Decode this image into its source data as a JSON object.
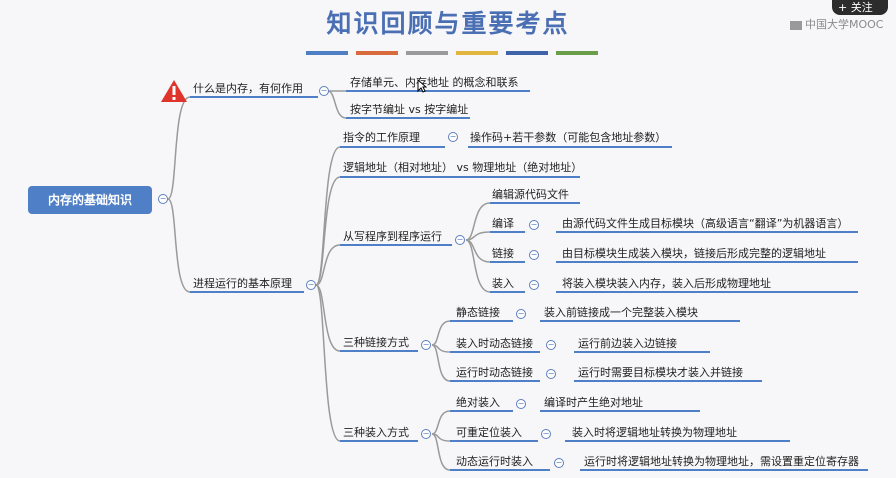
{
  "title": "知识回顾与重要考点",
  "title_bar_colors": [
    "#4e7fc4",
    "#d96a3c",
    "#9a9a9a",
    "#e2b63f",
    "#3f63a8",
    "#6a9e48"
  ],
  "follow_button": "+ 关注",
  "watermark": "中国大学MOOC",
  "root": "内存的基础知识",
  "branch1": {
    "label": "什么是内存，有何作用",
    "children": [
      "存储单元、内存地址 的概念和联系",
      "按字节编址 vs 按字编址"
    ]
  },
  "branch2": {
    "label": "进程运行的基本原理",
    "instr": {
      "label": "指令的工作原理",
      "detail": "操作码+若干参数（可能包含地址参数）"
    },
    "addr": "逻辑地址（相对地址） vs 物理地址（绝对地址）",
    "run": {
      "label": "从写程序到程序运行",
      "edit": "编辑源代码文件",
      "compile": {
        "label": "编译",
        "detail": "由源代码文件生成目标模块（高级语言“翻译”为机器语言）"
      },
      "link": {
        "label": "链接",
        "detail": "由目标模块生成装入模块，链接后形成完整的逻辑地址"
      },
      "load": {
        "label": "装入",
        "detail": "将装入模块装入内存，装入后形成物理地址"
      }
    },
    "linking": {
      "label": "三种链接方式",
      "static": {
        "label": "静态链接",
        "detail": "装入前链接成一个完整装入模块"
      },
      "load_time": {
        "label": "装入时动态链接",
        "detail": "运行前边装入边链接"
      },
      "run_time": {
        "label": "运行时动态链接",
        "detail": "运行时需要目标模块才装入并链接"
      }
    },
    "loading": {
      "label": "三种装入方式",
      "absolute": {
        "label": "绝对装入",
        "detail": "编译时产生绝对地址"
      },
      "relocatable": {
        "label": "可重定位装入",
        "detail": "装入时将逻辑地址转换为物理地址"
      },
      "dynamic": {
        "label": "动态运行时装入",
        "detail": "运行时将逻辑地址转换为物理地址，需设置重定位寄存器"
      }
    }
  }
}
